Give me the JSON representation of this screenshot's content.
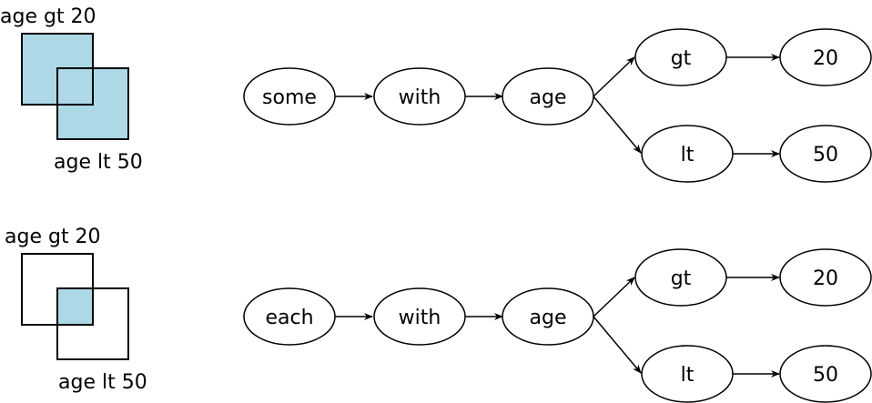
{
  "colors": {
    "fill": "#add8e6",
    "stroke": "#000000",
    "background": "#ffffff"
  },
  "panels": [
    {
      "venn": {
        "label_a": "age gt 20",
        "label_b": "age lt 50",
        "shading": "union"
      },
      "graph": {
        "start": "some",
        "with": "with",
        "age": "age",
        "op_top": "gt",
        "op_bottom": "lt",
        "val_top": "20",
        "val_bottom": "50"
      }
    },
    {
      "venn": {
        "label_a": "age gt 20",
        "label_b": "age lt 50",
        "shading": "intersection"
      },
      "graph": {
        "start": "each",
        "with": "with",
        "age": "age",
        "op_top": "gt",
        "op_bottom": "lt",
        "val_top": "20",
        "val_bottom": "50"
      }
    }
  ]
}
